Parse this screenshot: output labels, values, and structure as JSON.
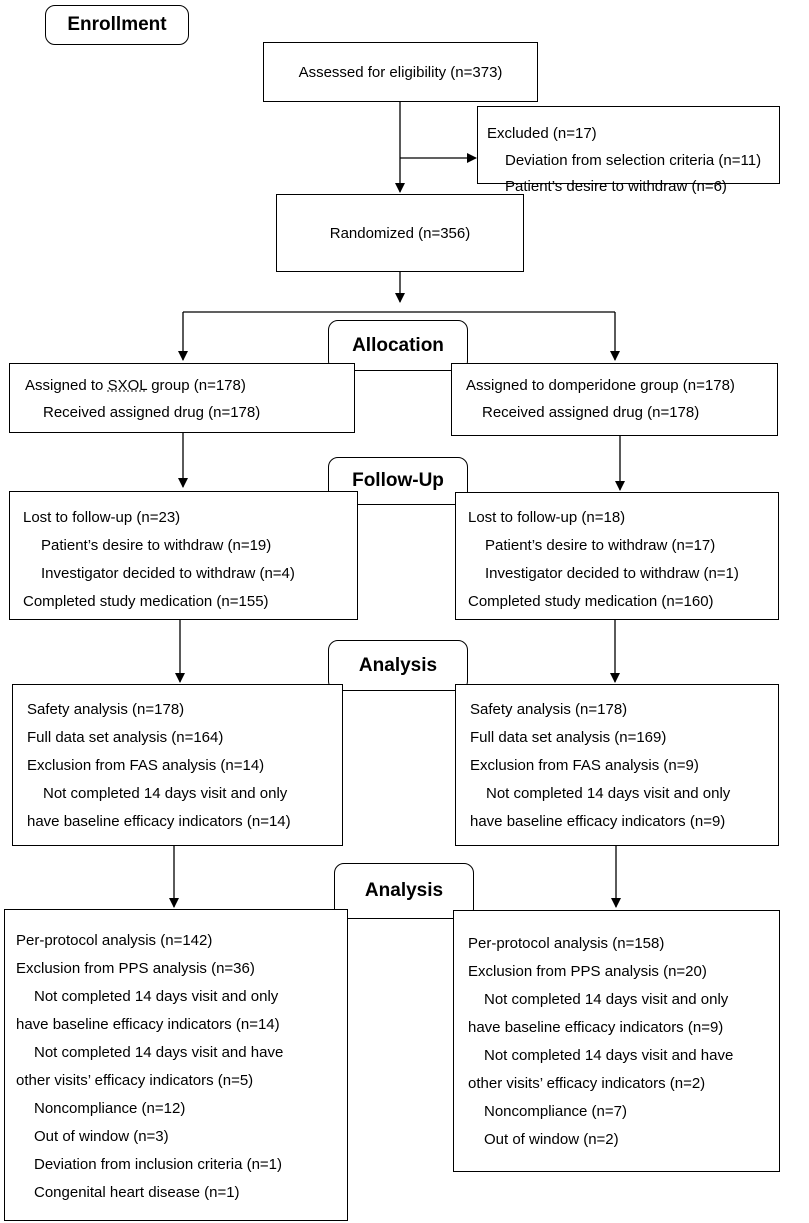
{
  "stages": {
    "enrollment": "Enrollment",
    "allocation": "Allocation",
    "follow_up": "Follow-Up",
    "analysis_1": "Analysis",
    "analysis_2": "Analysis"
  },
  "assessed": "Assessed for eligibility (n=373)",
  "excluded": {
    "title": "Excluded (n=17)",
    "items": [
      "Deviation from selection criteria (n=11)",
      "Patient’s desire to withdraw (n=6)"
    ]
  },
  "randomized": "Randomized (n=356)",
  "allocation": {
    "left": {
      "title_pre": "Assigned to ",
      "title_group": "SXOL",
      "title_post": " group (n=178)",
      "received": "Received assigned drug (n=178)"
    },
    "right": {
      "title": "Assigned to domperidone group (n=178)",
      "received": "Received assigned drug (n=178)"
    }
  },
  "followup": {
    "left": [
      "Lost to follow-up (n=23)",
      "Patient’s desire to withdraw (n=19)",
      "Investigator decided to withdraw (n=4)",
      "Completed study medication (n=155)"
    ],
    "right": [
      "Lost to follow-up (n=18)",
      "Patient’s desire to withdraw (n=17)",
      "Investigator decided to withdraw (n=1)",
      "Completed study medication (n=160)"
    ]
  },
  "analysis1": {
    "left": [
      "Safety analysis (n=178)",
      "Full data set analysis (n=164)",
      "Exclusion from FAS analysis (n=14)",
      "Not completed 14 days visit and only",
      "have baseline efficacy indicators (n=14)"
    ],
    "right": [
      "Safety analysis (n=178)",
      "Full data set analysis (n=169)",
      "Exclusion from FAS analysis (n=9)",
      "Not completed 14 days visit and only",
      "have baseline efficacy indicators (n=9)"
    ]
  },
  "analysis2": {
    "left": [
      "Per-protocol analysis (n=142)",
      "Exclusion from PPS analysis (n=36)",
      "Not completed 14 days visit and only",
      "have baseline efficacy indicators (n=14)",
      "Not completed 14 days visit and have",
      "other visits’ efficacy indicators (n=5)",
      "Noncompliance (n=12)",
      "Out of window (n=3)",
      "Deviation from inclusion criteria (n=1)",
      "Congenital heart disease (n=1)"
    ],
    "right": [
      "Per-protocol analysis (n=158)",
      "Exclusion from PPS analysis (n=20)",
      "Not completed 14 days visit and only",
      "have baseline efficacy indicators (n=9)",
      "Not completed 14 days visit and have",
      "other visits’ efficacy indicators (n=2)",
      "Noncompliance (n=7)",
      "Out of window (n=2)"
    ]
  }
}
